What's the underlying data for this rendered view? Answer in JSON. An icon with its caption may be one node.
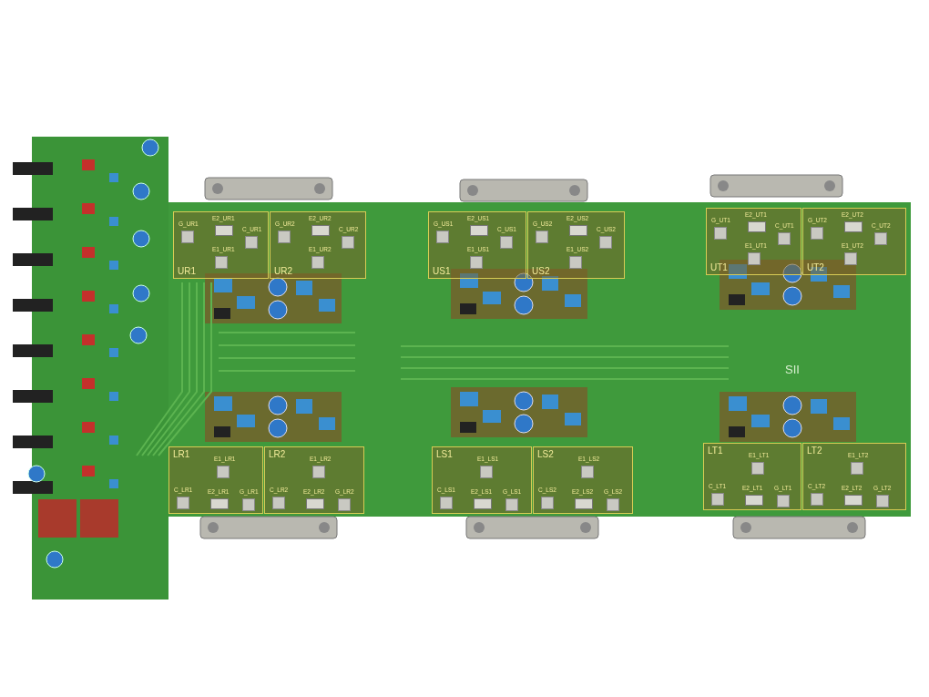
{
  "diagram": {
    "nodes": [
      {
        "text": [
          "UR1"
        ]
      },
      {
        "text": [
          "UR2"
        ]
      },
      {
        "text": [
          "US1"
        ]
      },
      {
        "text": [
          "US2"
        ]
      },
      {
        "text": [
          "UT1"
        ]
      },
      {
        "text": [
          "UT2"
        ]
      },
      {
        "text": [
          "LR1"
        ]
      },
      {
        "text": [
          "LR2"
        ]
      },
      {
        "text": [
          "LS1"
        ]
      },
      {
        "text": [
          "LS2"
        ]
      },
      {
        "text": [
          "LT1"
        ]
      },
      {
        "text": [
          "LT2"
        ]
      }
    ],
    "labels": [
      "G_UR1",
      "E2_UR1",
      "C_UR1",
      "E1_UR1",
      "G_UR2",
      "E2_UR2",
      "C_UR2",
      "E1_UR2",
      "G_US1",
      "E2_US1",
      "C_US1",
      "E1_US1",
      "G_US2",
      "E2_US2",
      "C_US2",
      "E1_US2",
      "G_UT1",
      "E2_UT1",
      "C_UT1",
      "E1_UT1",
      "G_UT2",
      "E2_UT2",
      "C_UT2",
      "E1_UT2",
      "E1_LR1",
      "C_LR1",
      "E2_LR1",
      "G_LR1",
      "E1_LR2",
      "C_LR2",
      "E2_LR2",
      "G_LR2",
      "E1_LS1",
      "C_LS1",
      "E2_LS1",
      "G_LS1",
      "E1_LS2",
      "C_LS2",
      "E2_LS2",
      "G_LS2",
      "E1_LT1",
      "C_LT1",
      "E2_LT1",
      "G_LT1",
      "E1_LT2",
      "C_LT2",
      "E2_LT2",
      "G_LT2",
      "SII"
    ]
  }
}
